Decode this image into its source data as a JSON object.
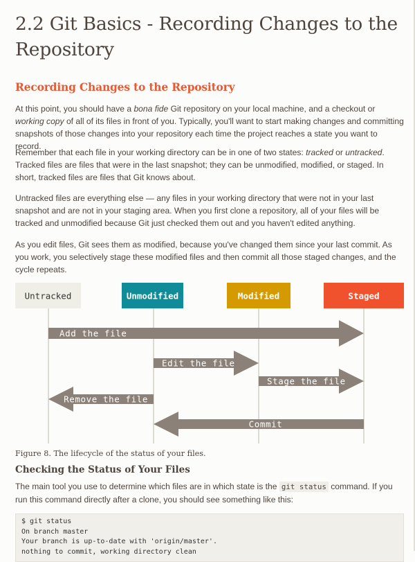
{
  "page": {
    "title": "2.2 Git Basics - Recording Changes to the Repository",
    "section_heading": "Recording Changes to the Repository",
    "paragraphs": {
      "p1": [
        {
          "text": "At this point, you should have a ",
          "em": false
        },
        {
          "text": "bona fide",
          "em": true
        },
        {
          "text": " Git repository on your local machine, and a checkout or ",
          "em": false
        },
        {
          "text": "working copy",
          "em": true
        },
        {
          "text": " of all of its files in front of you. Typically, you'll want to start making changes and committing snapshots of those changes into your repository each time the project reaches a state you want to record.",
          "em": false
        }
      ],
      "p2": [
        {
          "text": "Remember that each file in your working directory can be in one of two states: ",
          "em": false
        },
        {
          "text": "tracked",
          "em": true
        },
        {
          "text": " or ",
          "em": false
        },
        {
          "text": "untracked",
          "em": true
        },
        {
          "text": ". Tracked files are files that were in the last snapshot; they can be unmodified, modified, or staged. In short, tracked files are files that Git knows about.",
          "em": false
        }
      ],
      "p3": [
        {
          "text": "Untracked files are everything else — any files in your working directory that were not in your last snapshot and are not in your staging area. When you first clone a repository, all of your files will be tracked and unmodified because Git just checked them out and you haven't edited anything.",
          "em": false
        }
      ],
      "p4": [
        {
          "text": "As you edit files, Git sees them as modified, because you've changed them since your last commit. As you work, you selectively stage these modified files and then commit all those staged changes, and the cycle repeats.",
          "em": false
        }
      ]
    },
    "figure_caption": "Figure 8. The lifecycle of the status of your files.",
    "subsection_heading": "Checking the Status of Your Files",
    "p5": {
      "before": "The main tool you use to determine which files are in which state is the ",
      "code": "git status",
      "after": " command. If you run this command directly after a clone, you should see something like this:"
    },
    "code_block": "$ git status\nOn branch master\nYour branch is up-to-date with 'origin/master'.\nnothing to commit, working directory clean"
  },
  "diagram": {
    "states": [
      {
        "label": "Untracked",
        "bg": "#f0efe7",
        "fg": "#333333"
      },
      {
        "label": "Unmodified",
        "bg": "#0f8c98",
        "fg": "#ffffff"
      },
      {
        "label": "Modified",
        "bg": "#d49a00",
        "fg": "#ffffff"
      },
      {
        "label": "Staged",
        "bg": "#f0522e",
        "fg": "#ffffff"
      }
    ],
    "transitions": [
      {
        "label": "Add the file",
        "from": 0,
        "to": 3
      },
      {
        "label": "Edit the file",
        "from": 1,
        "to": 2
      },
      {
        "label": "Stage the file",
        "from": 2,
        "to": 3
      },
      {
        "label": "Remove the file",
        "from": 1,
        "to": 0
      },
      {
        "label": "Commit",
        "from": 3,
        "to": 1
      }
    ],
    "arrow_color": "#8b8178",
    "line_color": "#c9c4ba"
  }
}
